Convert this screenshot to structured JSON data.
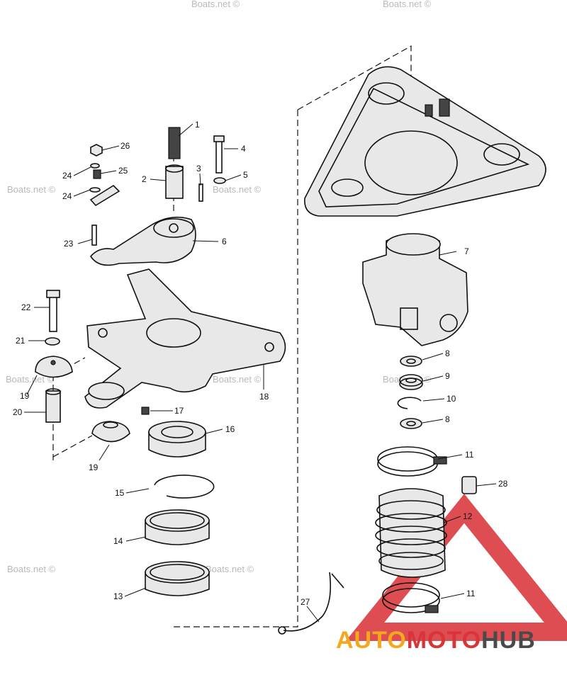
{
  "watermark": {
    "text": "Boats.net ©"
  },
  "brand": {
    "part1": "AUTO",
    "part2": "MOTO",
    "part3": "HUB",
    "color_auto": "#f4a81d",
    "color_moto": "#d8343a",
    "color_hub": "#4a4a4a"
  },
  "callouts": [
    "1",
    "2",
    "3",
    "4",
    "5",
    "6",
    "7",
    "8",
    "9",
    "10",
    "8",
    "11",
    "28",
    "12",
    "11",
    "16",
    "17",
    "18",
    "19",
    "20",
    "21",
    "22",
    "23",
    "24",
    "25",
    "24",
    "26",
    "15",
    "14",
    "13",
    "19",
    "27"
  ]
}
